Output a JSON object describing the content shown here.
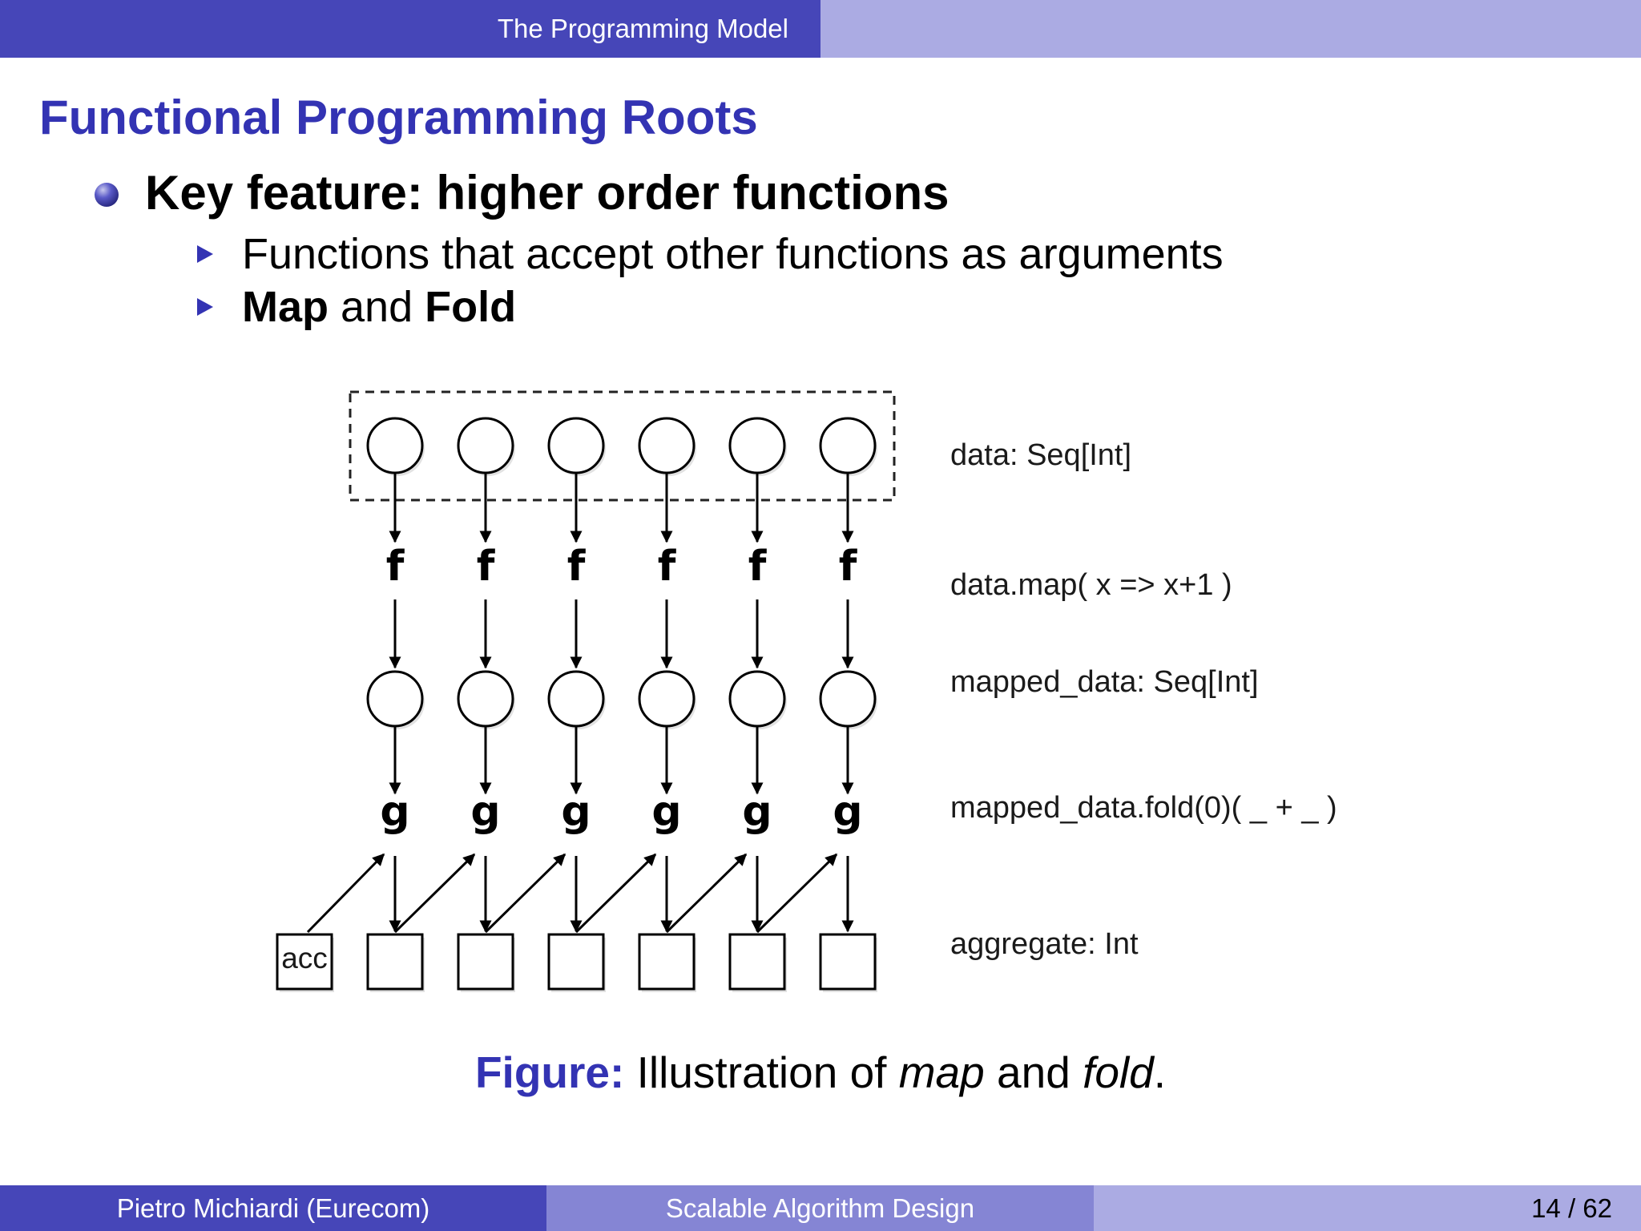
{
  "header": {
    "section": "The Programming Model"
  },
  "frame": {
    "title": "Functional Programming Roots",
    "bullet1": "Key feature: higher order functions",
    "sub1": "Functions that accept other functions as arguments",
    "sub2": {
      "part1": "Map",
      "part2": " and ",
      "part3": "Fold"
    }
  },
  "diagram": {
    "labels": {
      "data": "data: Seq[Int]",
      "map_call": "data.map( x => x+1 )",
      "mapped": "mapped_data: Seq[Int]",
      "fold_call": "mapped_data.fold(0)( _ + _ )",
      "aggregate": "aggregate: Int"
    },
    "map_function_letter": "f",
    "fold_function_letter": "g",
    "accumulator_label": "acc",
    "element_count": 6
  },
  "caption": {
    "label": "Figure:",
    "text1": " Illustration of ",
    "word_map": "map",
    "text2": " and ",
    "word_fold": "fold",
    "text3": "."
  },
  "footer": {
    "author": "Pietro Michiardi  (Eurecom)",
    "talk": "Scalable Algorithm Design",
    "page": "14 / 62"
  }
}
